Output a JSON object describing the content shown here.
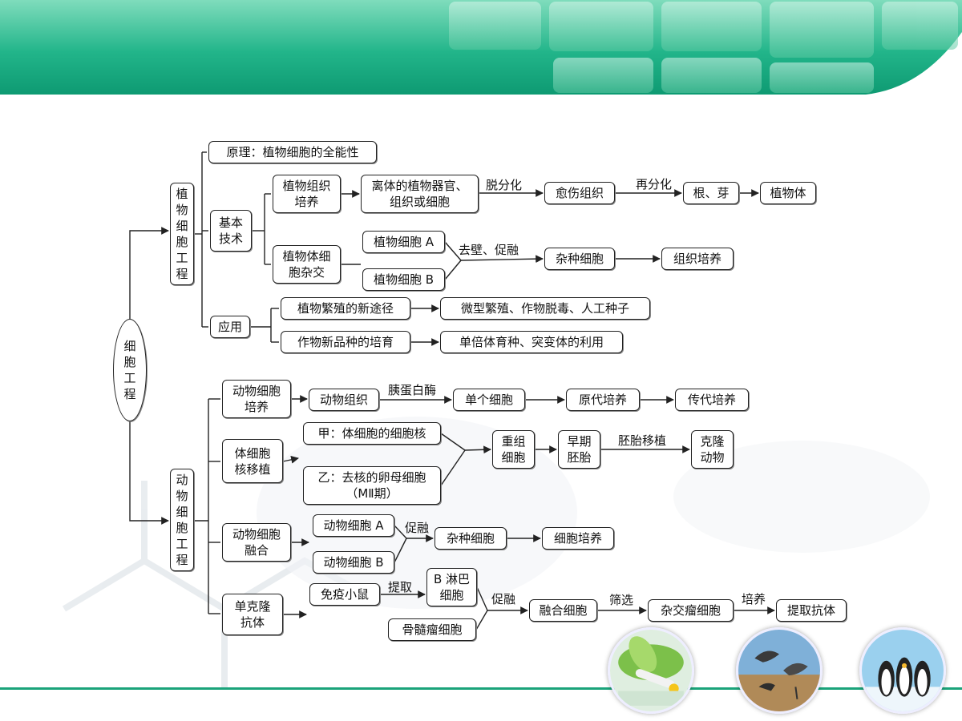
{
  "root": "细\n胞\n工\n程",
  "nodes": {
    "plant_eng": "植\n物\n细\n胞\n工\n程",
    "principle": "原理：植物细胞的全能性",
    "basic_tech": "基本\n技术",
    "app": "应用",
    "tissue_culture": "植物组织\n培养",
    "explant": "离体的植物器官、\n组织或细胞",
    "callus": "愈伤组织",
    "root_bud": "根、芽",
    "plantlet": "植物体",
    "somatic_hybrid": "植物体细\n胞杂交",
    "cell_a": "植物细胞 A",
    "cell_b": "植物细胞 B",
    "hybrid_cell": "杂种细胞",
    "tissue_culture2": "组织培养",
    "new_propagation": "植物繁殖的新途径",
    "micro_prop": "微型繁殖、作物脱毒、人工种子",
    "new_variety": "作物新品种的培育",
    "haploid": "单倍体育种、突变体的利用",
    "animal_eng": "动\n物\n细\n胞\n工\n程",
    "animal_culture": "动物细胞\n培养",
    "animal_tissue": "动物组织",
    "single_cell": "单个细胞",
    "primary": "原代培养",
    "subculture": "传代培养",
    "nt": "体细胞\n核移植",
    "jia": "甲：体细胞的细胞核",
    "yi": "乙：去核的卵母细胞\n（MⅡ期）",
    "recon": "重组\n细胞",
    "early_embryo": "早期\n胚胎",
    "clone": "克隆\n动物",
    "fusion": "动物细胞\n融合",
    "an_a": "动物细胞 A",
    "an_b": "动物细胞 B",
    "an_hybrid": "杂种细胞",
    "cell_culture": "细胞培养",
    "mab": "单克隆\n抗体",
    "mouse": "免疫小鼠",
    "b_cell": "B 淋巴\n细胞",
    "myeloma": "骨髓瘤细胞",
    "fused": "融合细胞",
    "hybridoma": "杂交瘤细胞",
    "antibody": "提取抗体"
  },
  "edge_labels": {
    "dediff": "脱分化",
    "rediff": "再分化",
    "wall_fuse": "去壁、促融",
    "trypsin": "胰蛋白酶",
    "transfer": "胚胎移植",
    "promote": "促融",
    "extract": "提取",
    "promote2": "促融",
    "screen": "筛选",
    "culture": "培养"
  },
  "photos": [
    "plant-seedling-photo",
    "cranes-photo",
    "penguins-photo"
  ],
  "colors": {
    "header_green": "#1aa37a",
    "header_light": "#8fe0c4",
    "line": "#222222"
  }
}
